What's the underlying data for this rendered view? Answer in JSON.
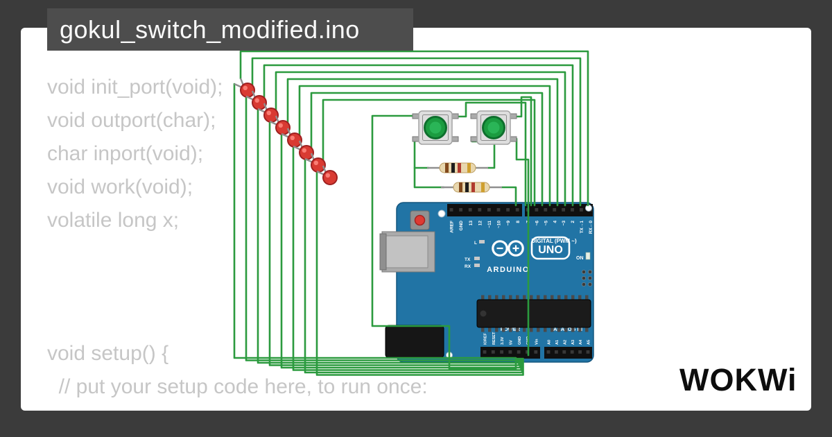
{
  "window": {
    "title": "gokul_switch_modified.ino"
  },
  "code": {
    "block1": [
      "void init_port(void);",
      "void outport(char);",
      "char inport(void);",
      "void work(void);",
      "volatile long x;"
    ],
    "block2": [
      "void setup() {",
      "  // put your setup code here, to run once:"
    ]
  },
  "brand": {
    "logo": "WOKWi"
  },
  "circuit": {
    "board": {
      "brand": "ARDUINO",
      "model": "UNO",
      "digital_label": "DIGITAL (PWM ~)",
      "power_label": "POWER",
      "analog_label": "ANALOG IN",
      "on_label": "ON",
      "l_label": "L",
      "tx_label": "TX",
      "rx_label": "RX",
      "digital_pins_left": [
        "AREF",
        "GND",
        "13",
        "12",
        "~11",
        "~10",
        "~9",
        "8"
      ],
      "digital_pins_right": [
        "7",
        "~6",
        "~5",
        "4",
        "~3",
        "2",
        "TX→1",
        "RX←0"
      ],
      "power_pins": [
        "IOREF",
        "RESET",
        "3.3V",
        "5V",
        "GND",
        "GND",
        "Vin"
      ],
      "analog_pins": [
        "A0",
        "A1",
        "A2",
        "A3",
        "A4",
        "A5"
      ]
    },
    "parts": {
      "led_count": 8,
      "button_count": 2,
      "resistor_count": 2
    },
    "colors": {
      "wire": "#2b9a3e",
      "board": "#2174a5",
      "led": "#d93a32",
      "button_cap": "#1b9c40"
    }
  }
}
